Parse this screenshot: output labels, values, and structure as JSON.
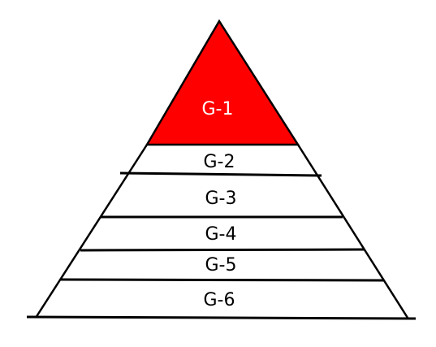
{
  "pyramid": {
    "highlight_color": "#ff0000",
    "outline_color": "#000000",
    "fill_color": "#ffffff",
    "levels": [
      {
        "label": "G-1",
        "label_color": "#ffffff",
        "highlighted": true
      },
      {
        "label": "G-2",
        "label_color": "#000000",
        "highlighted": false
      },
      {
        "label": "G-3",
        "label_color": "#000000",
        "highlighted": false
      },
      {
        "label": "G-4",
        "label_color": "#000000",
        "highlighted": false
      },
      {
        "label": "G-5",
        "label_color": "#000000",
        "highlighted": false
      },
      {
        "label": "G-6",
        "label_color": "#000000",
        "highlighted": false
      }
    ]
  }
}
